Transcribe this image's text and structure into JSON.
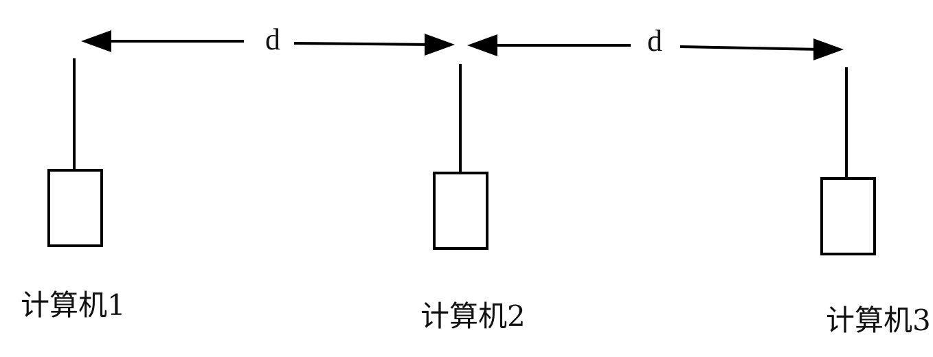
{
  "nodes": [
    {
      "label": "计算机1"
    },
    {
      "label": "计算机2"
    },
    {
      "label": "计算机3"
    }
  ],
  "distances": [
    {
      "label": "d"
    },
    {
      "label": "d"
    }
  ],
  "colors": {
    "stroke": "#000000",
    "background": "#ffffff"
  }
}
